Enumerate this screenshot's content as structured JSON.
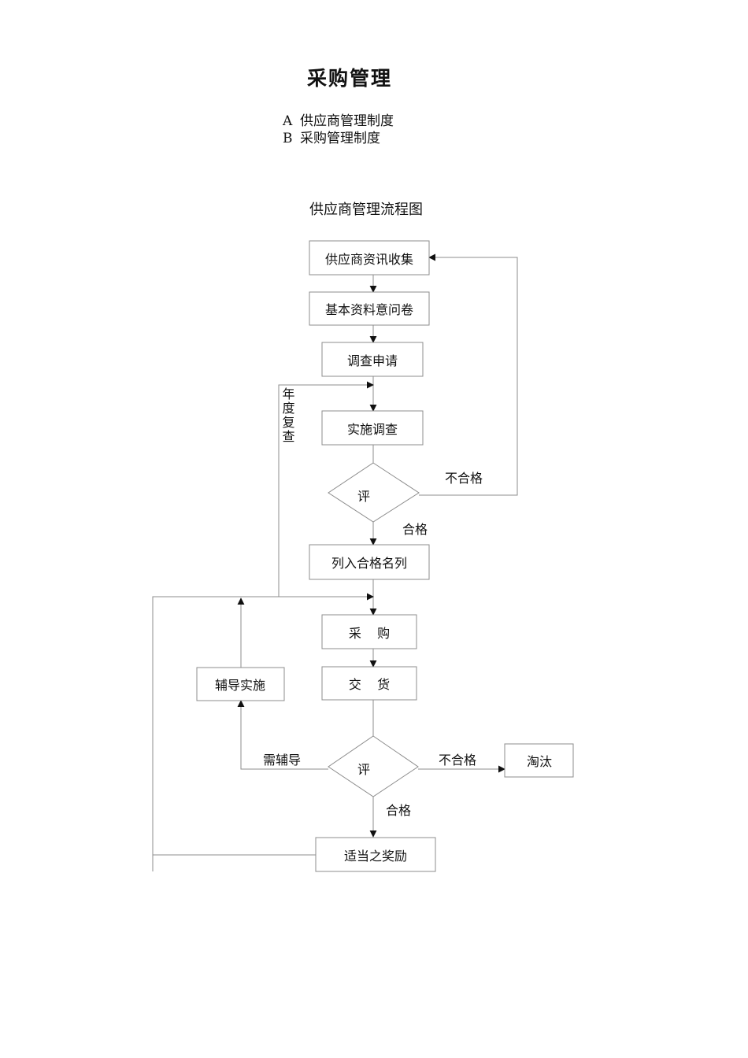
{
  "page_title": "采购管理",
  "toc": [
    {
      "letter": "A",
      "text": "供应商管理制度"
    },
    {
      "letter": "B",
      "text": "采购管理制度"
    }
  ],
  "flowchart": {
    "title": "供应商管理流程图",
    "nodes": {
      "collect": "供应商资讯收集",
      "questionnaire": "基本资料意问卷",
      "apply": "调查申请",
      "survey": "实施调查",
      "eval1": "评",
      "qualified_list": "列入合格名列",
      "purchase": "采    购",
      "delivery": "交    货",
      "coaching": "辅导实施",
      "eval2": "评",
      "eliminate": "淘汰",
      "reward": "适当之奖励"
    },
    "edges": {
      "fail1": "不合格",
      "pass1": "合格",
      "annual_review": "年度复查",
      "need_coaching": "需辅导",
      "fail2": "不合格",
      "pass2": "合格"
    }
  }
}
